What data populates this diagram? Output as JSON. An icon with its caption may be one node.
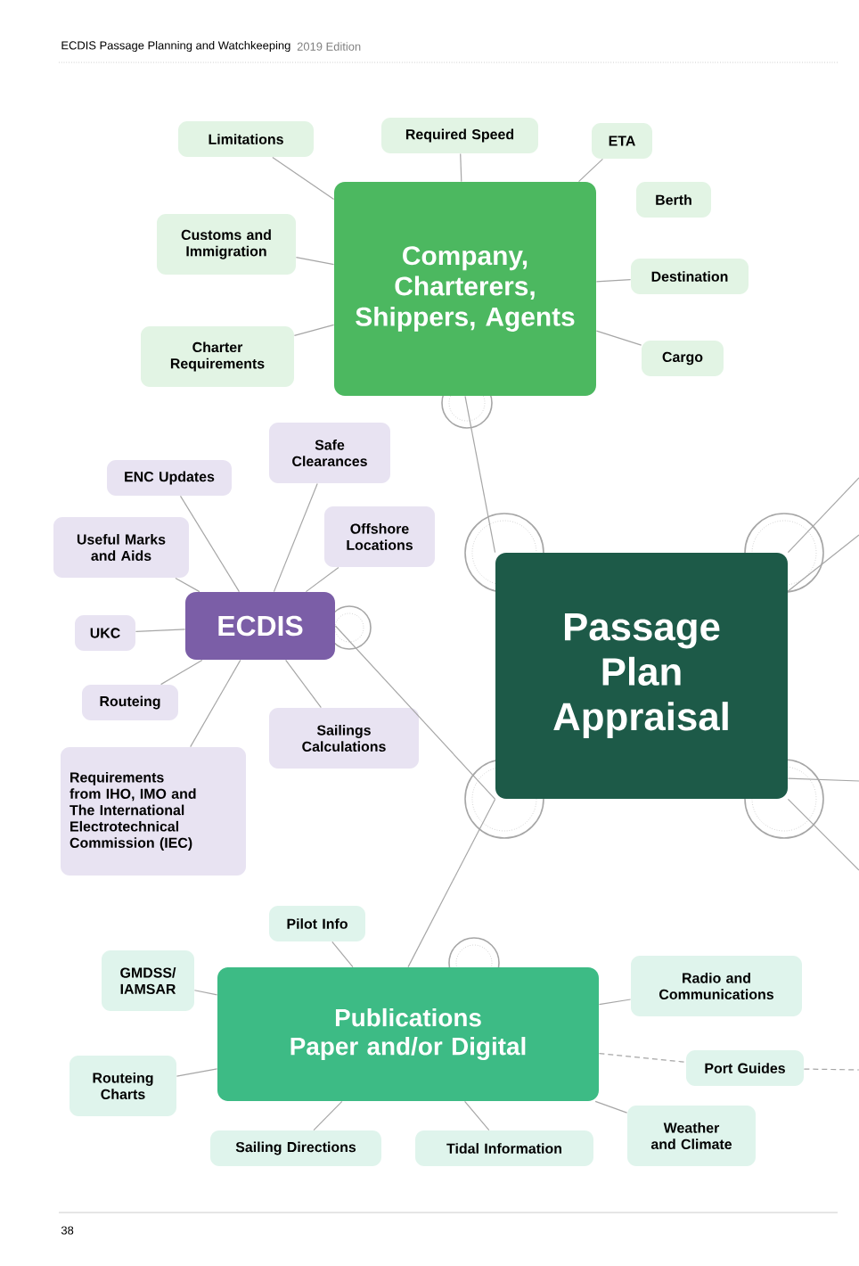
{
  "diagram": {
    "nodes": [
      {
        "text": [
          "Company, Charterers, Shippers, Agents"
        ]
      },
      {
        "text": [
          "Limitations"
        ]
      },
      {
        "text": [
          "Required Speed"
        ]
      },
      {
        "text": [
          "ETA"
        ]
      },
      {
        "text": [
          "Berth"
        ]
      },
      {
        "text": [
          "Customs and Immigration"
        ]
      },
      {
        "text": [
          "Destination"
        ]
      },
      {
        "text": [
          "Charter Requirements"
        ]
      },
      {
        "text": [
          "Cargo"
        ]
      },
      {
        "text": [
          "Passage Plan Appraisal"
        ]
      },
      {
        "text": [
          "ECDIS"
        ]
      },
      {
        "text": [
          "Safe Clearances"
        ]
      },
      {
        "text": [
          "ENC Updates"
        ]
      },
      {
        "text": [
          "Offshore Locations"
        ]
      },
      {
        "text": [
          "Useful Marks and Aids"
        ]
      },
      {
        "text": [
          "UKC"
        ]
      },
      {
        "text": [
          "Routeing"
        ]
      },
      {
        "text": [
          "Sailings Calculations"
        ]
      },
      {
        "text": [
          "Requirements from IHO, IMO and The International Electrotechnical Commission (IEC)"
        ]
      },
      {
        "text": [
          "Publications",
          "Paper and/or Digital"
        ]
      },
      {
        "text": [
          "Pilot Info"
        ]
      },
      {
        "text": [
          "GMDSS/ IAMSAR"
        ]
      },
      {
        "text": [
          "Radio and Communications"
        ]
      },
      {
        "text": [
          "Port Guides"
        ]
      },
      {
        "text": [
          "Routeing Charts"
        ]
      },
      {
        "text": [
          "Weather and Climate"
        ]
      },
      {
        "text": [
          "Sailing Directions"
        ]
      },
      {
        "text": [
          "Tidal Information"
        ]
      }
    ],
    "edges": [
      {
        "from": 0,
        "to": 1,
        "arrow": "none"
      },
      {
        "from": 0,
        "to": 2,
        "arrow": "none"
      },
      {
        "from": 0,
        "to": 3,
        "arrow": "none"
      },
      {
        "from": 0,
        "to": 5,
        "arrow": "none"
      },
      {
        "from": 0,
        "to": 6,
        "arrow": "none"
      },
      {
        "from": 0,
        "to": 7,
        "arrow": "none"
      },
      {
        "from": 0,
        "to": 8,
        "arrow": "none"
      },
      {
        "from": 0,
        "to": 9,
        "arrow": "none"
      },
      {
        "from": 10,
        "to": 9,
        "arrow": "none"
      },
      {
        "from": 9,
        "to": 19,
        "arrow": "none"
      },
      {
        "from": 9,
        "to": null,
        "arrow": "none"
      },
      {
        "from": 9,
        "to": null,
        "arrow": "none"
      },
      {
        "from": 9,
        "to": null,
        "arrow": "none"
      },
      {
        "from": 9,
        "to": null,
        "arrow": "none"
      },
      {
        "from": 10,
        "to": 11,
        "arrow": "none"
      },
      {
        "from": 10,
        "to": 12,
        "arrow": "none"
      },
      {
        "from": 10,
        "to": 13,
        "arrow": "none"
      },
      {
        "from": 10,
        "to": 14,
        "arrow": "none"
      },
      {
        "from": 10,
        "to": 15,
        "arrow": "none"
      },
      {
        "from": 10,
        "to": 16,
        "arrow": "none"
      },
      {
        "from": 10,
        "to": 17,
        "arrow": "none"
      },
      {
        "from": 10,
        "to": 18,
        "arrow": "none"
      },
      {
        "from": 19,
        "to": 20,
        "arrow": "none"
      },
      {
        "from": 19,
        "to": 21,
        "arrow": "none"
      },
      {
        "from": 19,
        "to": 22,
        "arrow": "none"
      },
      {
        "from": 19,
        "to": 23,
        "arrow": "none",
        "style": "dashed"
      },
      {
        "from": 23,
        "to": null,
        "arrow": "none",
        "style": "dashed"
      },
      {
        "from": 19,
        "to": 24,
        "arrow": "none"
      },
      {
        "from": 19,
        "to": 25,
        "arrow": "none"
      },
      {
        "from": 19,
        "to": 26,
        "arrow": "none"
      },
      {
        "from": 19,
        "to": 27,
        "arrow": "none"
      }
    ],
    "labels": [
      "ECDIS Passage Planning and Watchkeeping",
      "2019 Edition",
      "38"
    ]
  }
}
